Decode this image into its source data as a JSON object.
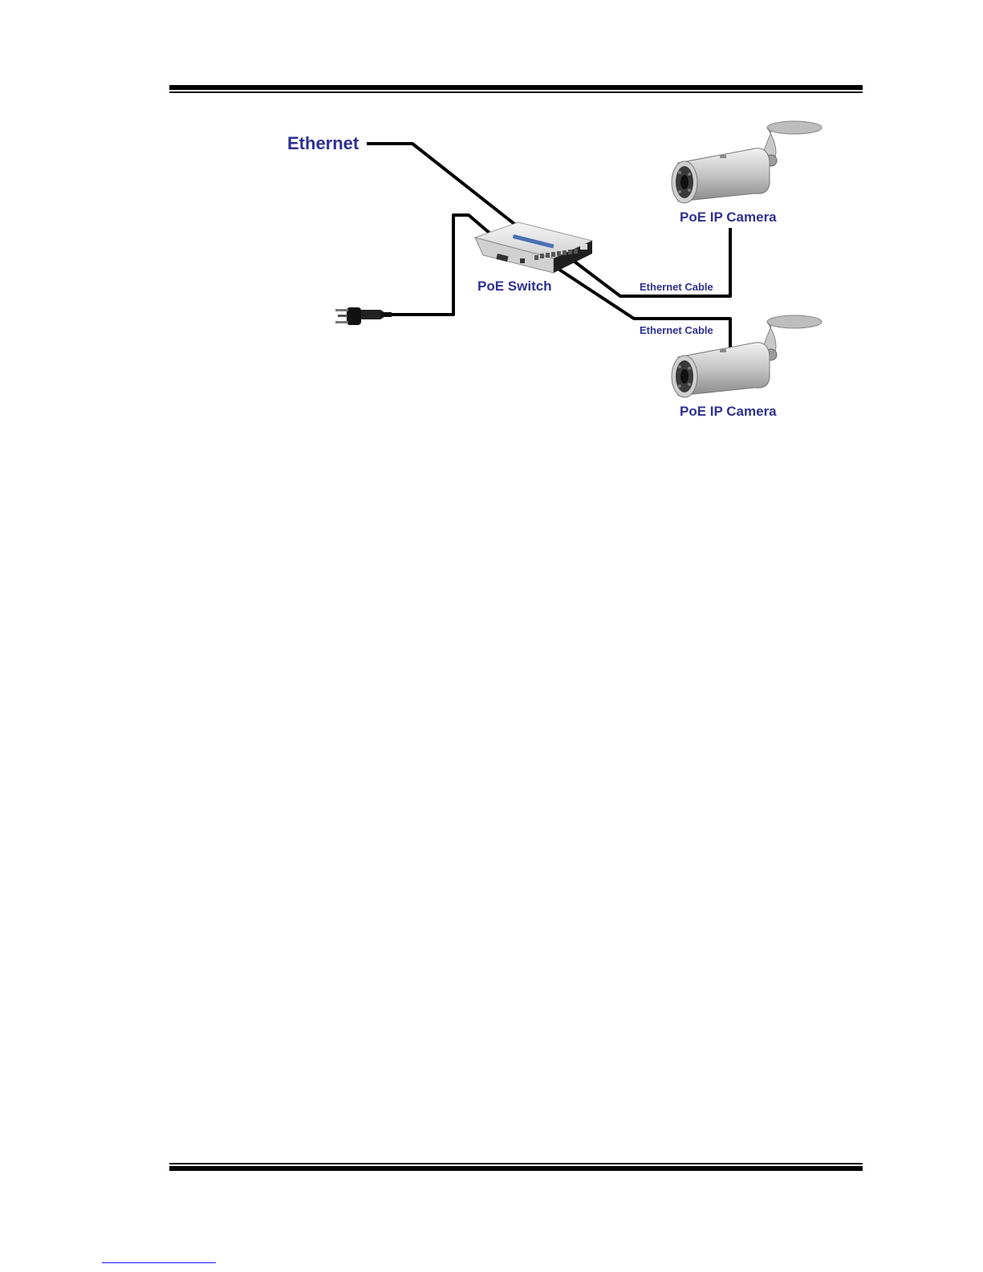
{
  "diagram": {
    "labels": {
      "ethernet": "Ethernet",
      "poe_switch": "PoE Switch",
      "cable_1": "Ethernet Cable",
      "cable_2": "Ethernet Cable",
      "camera_1": "PoE IP Camera",
      "camera_2": "PoE IP Camera"
    },
    "colors": {
      "label": "#2e3192",
      "cable": "#000000",
      "camera_body": "#c8c8c8",
      "switch_body": "#e8e8e8",
      "switch_front": "#1a1a1a"
    },
    "icons": {
      "switch": "network-switch-icon",
      "camera": "bullet-camera-icon",
      "plug": "power-plug-icon"
    }
  }
}
